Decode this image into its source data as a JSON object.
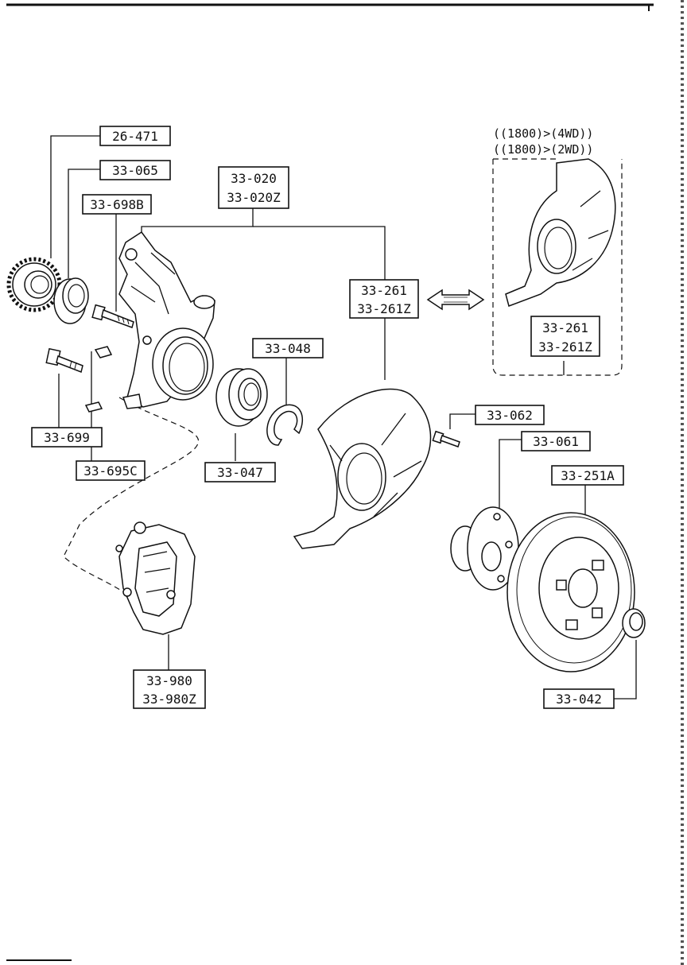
{
  "callouts": [
    {
      "id": "26-471",
      "lines": [
        "26-471"
      ]
    },
    {
      "id": "33-065",
      "lines": [
        "33-065"
      ]
    },
    {
      "id": "33-698B",
      "lines": [
        "33-698B"
      ]
    },
    {
      "id": "33-020",
      "lines": [
        "33-020",
        "33-020Z"
      ]
    },
    {
      "id": "33-261-main",
      "lines": [
        "33-261",
        "33-261Z"
      ]
    },
    {
      "id": "33-261-alt",
      "lines": [
        "33-261",
        "33-261Z"
      ]
    },
    {
      "id": "33-048",
      "lines": [
        "33-048"
      ]
    },
    {
      "id": "33-699",
      "lines": [
        "33-699"
      ]
    },
    {
      "id": "33-695C",
      "lines": [
        "33-695C"
      ]
    },
    {
      "id": "33-047",
      "lines": [
        "33-047"
      ]
    },
    {
      "id": "33-062",
      "lines": [
        "33-062"
      ]
    },
    {
      "id": "33-061",
      "lines": [
        "33-061"
      ]
    },
    {
      "id": "33-251A",
      "lines": [
        "33-251A"
      ]
    },
    {
      "id": "33-980",
      "lines": [
        "33-980",
        "33-980Z"
      ]
    },
    {
      "id": "33-042",
      "lines": [
        "33-042"
      ]
    }
  ],
  "variant_notes": [
    "((1800)>(4WD))",
    "((1800)>(2WD))"
  ]
}
